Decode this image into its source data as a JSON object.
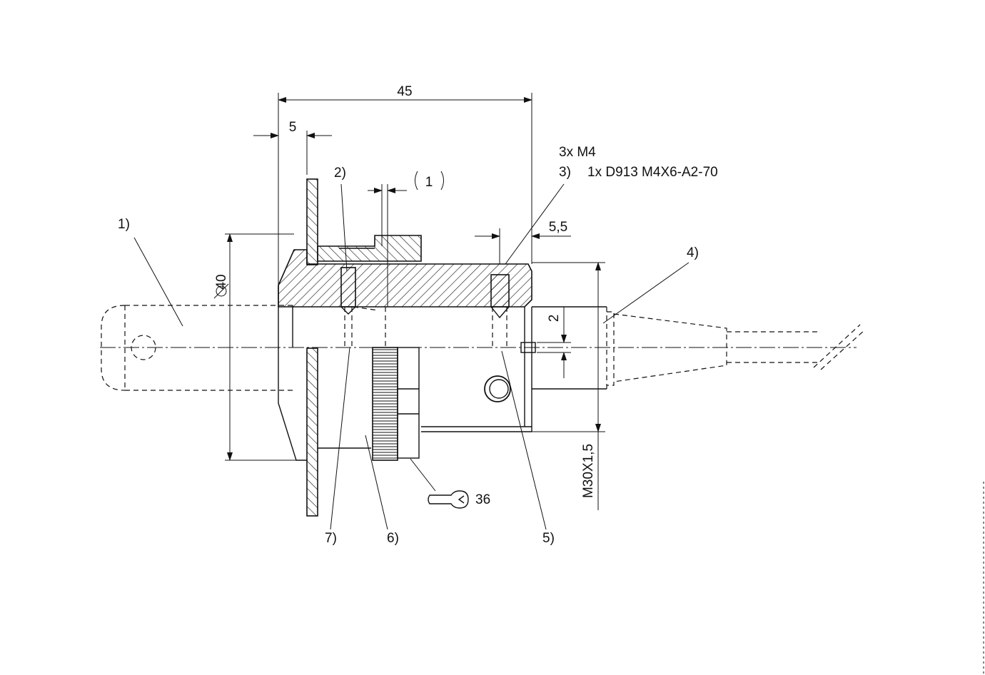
{
  "dimensions": {
    "overall_length": "45",
    "flange_thickness": "5",
    "gap": "1",
    "offset": "5,5",
    "height": "2",
    "diameter": "40",
    "thread": "M30X1,5",
    "wrench_size": "36"
  },
  "screw_note": {
    "line1": "3x M4",
    "line2": "1x D913 M4X6-A2-70"
  },
  "callouts": {
    "c1": "1)",
    "c2": "2)",
    "c3": "3)",
    "c4": "4)",
    "c5": "5)",
    "c6": "6)",
    "c7": "7)"
  },
  "colors": {
    "line": "#111111",
    "background": "#ffffff"
  }
}
